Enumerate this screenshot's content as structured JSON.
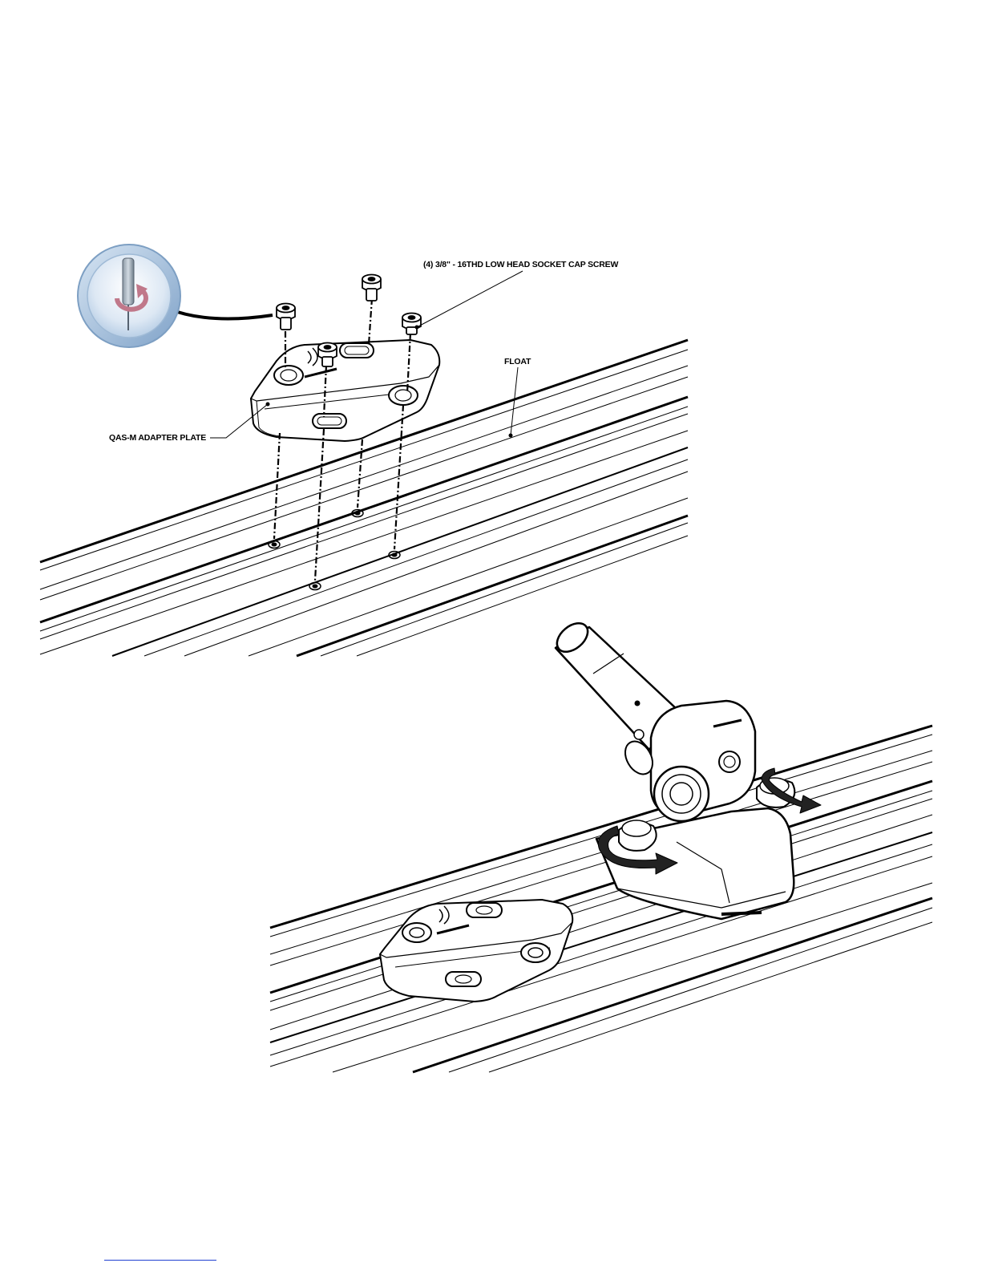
{
  "figure": {
    "top": {
      "callouts": {
        "screws": "(4)  3/8\" - 16THD LOW HEAD SOCKET CAP SCREW",
        "float": "FLOAT",
        "plate": "QAS-M ADAPTER PLATE"
      },
      "badge_icon": "hex-driver-rotate-icon"
    },
    "bottom": {
      "icons": [
        "knob-tighten-arrow-icon",
        "knob-tighten-arrow-icon"
      ]
    }
  },
  "colors": {
    "line": "#000000",
    "badge_ring": "#a9c4de",
    "badge_face": "#dde8f4",
    "rotate_arrow": "#c0788a",
    "link": "#1f3fd0"
  }
}
